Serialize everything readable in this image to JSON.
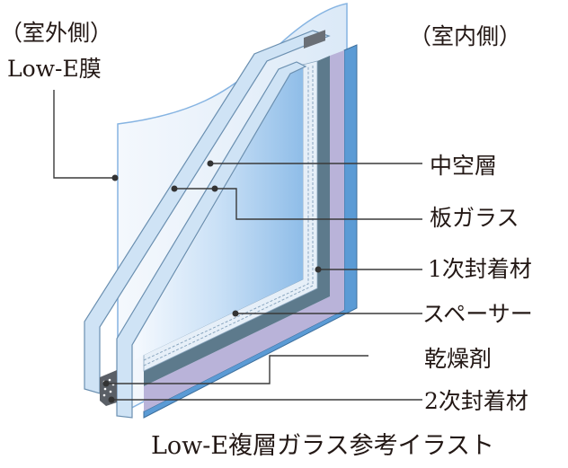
{
  "labels": {
    "outdoor_side": "（室外側）",
    "low_e_film": "Low-E膜",
    "indoor_side": "（室内側）",
    "hollow_layer": "中空層",
    "sheet_glass": "板ガラス",
    "primary_sealant": "1次封着材",
    "spacer": "スペーサー",
    "desiccant": "乾燥剤",
    "secondary_sealant": "2次封着材"
  },
  "caption": "Low-E複層ガラス参考イラスト",
  "colors": {
    "glass_edge": "#5b9bd5",
    "purple_pane": "#b9b3d9",
    "spacer_dark": "#5d7a8c",
    "glass_light": "#cfe3f5",
    "leader": "#3a3a3a"
  }
}
